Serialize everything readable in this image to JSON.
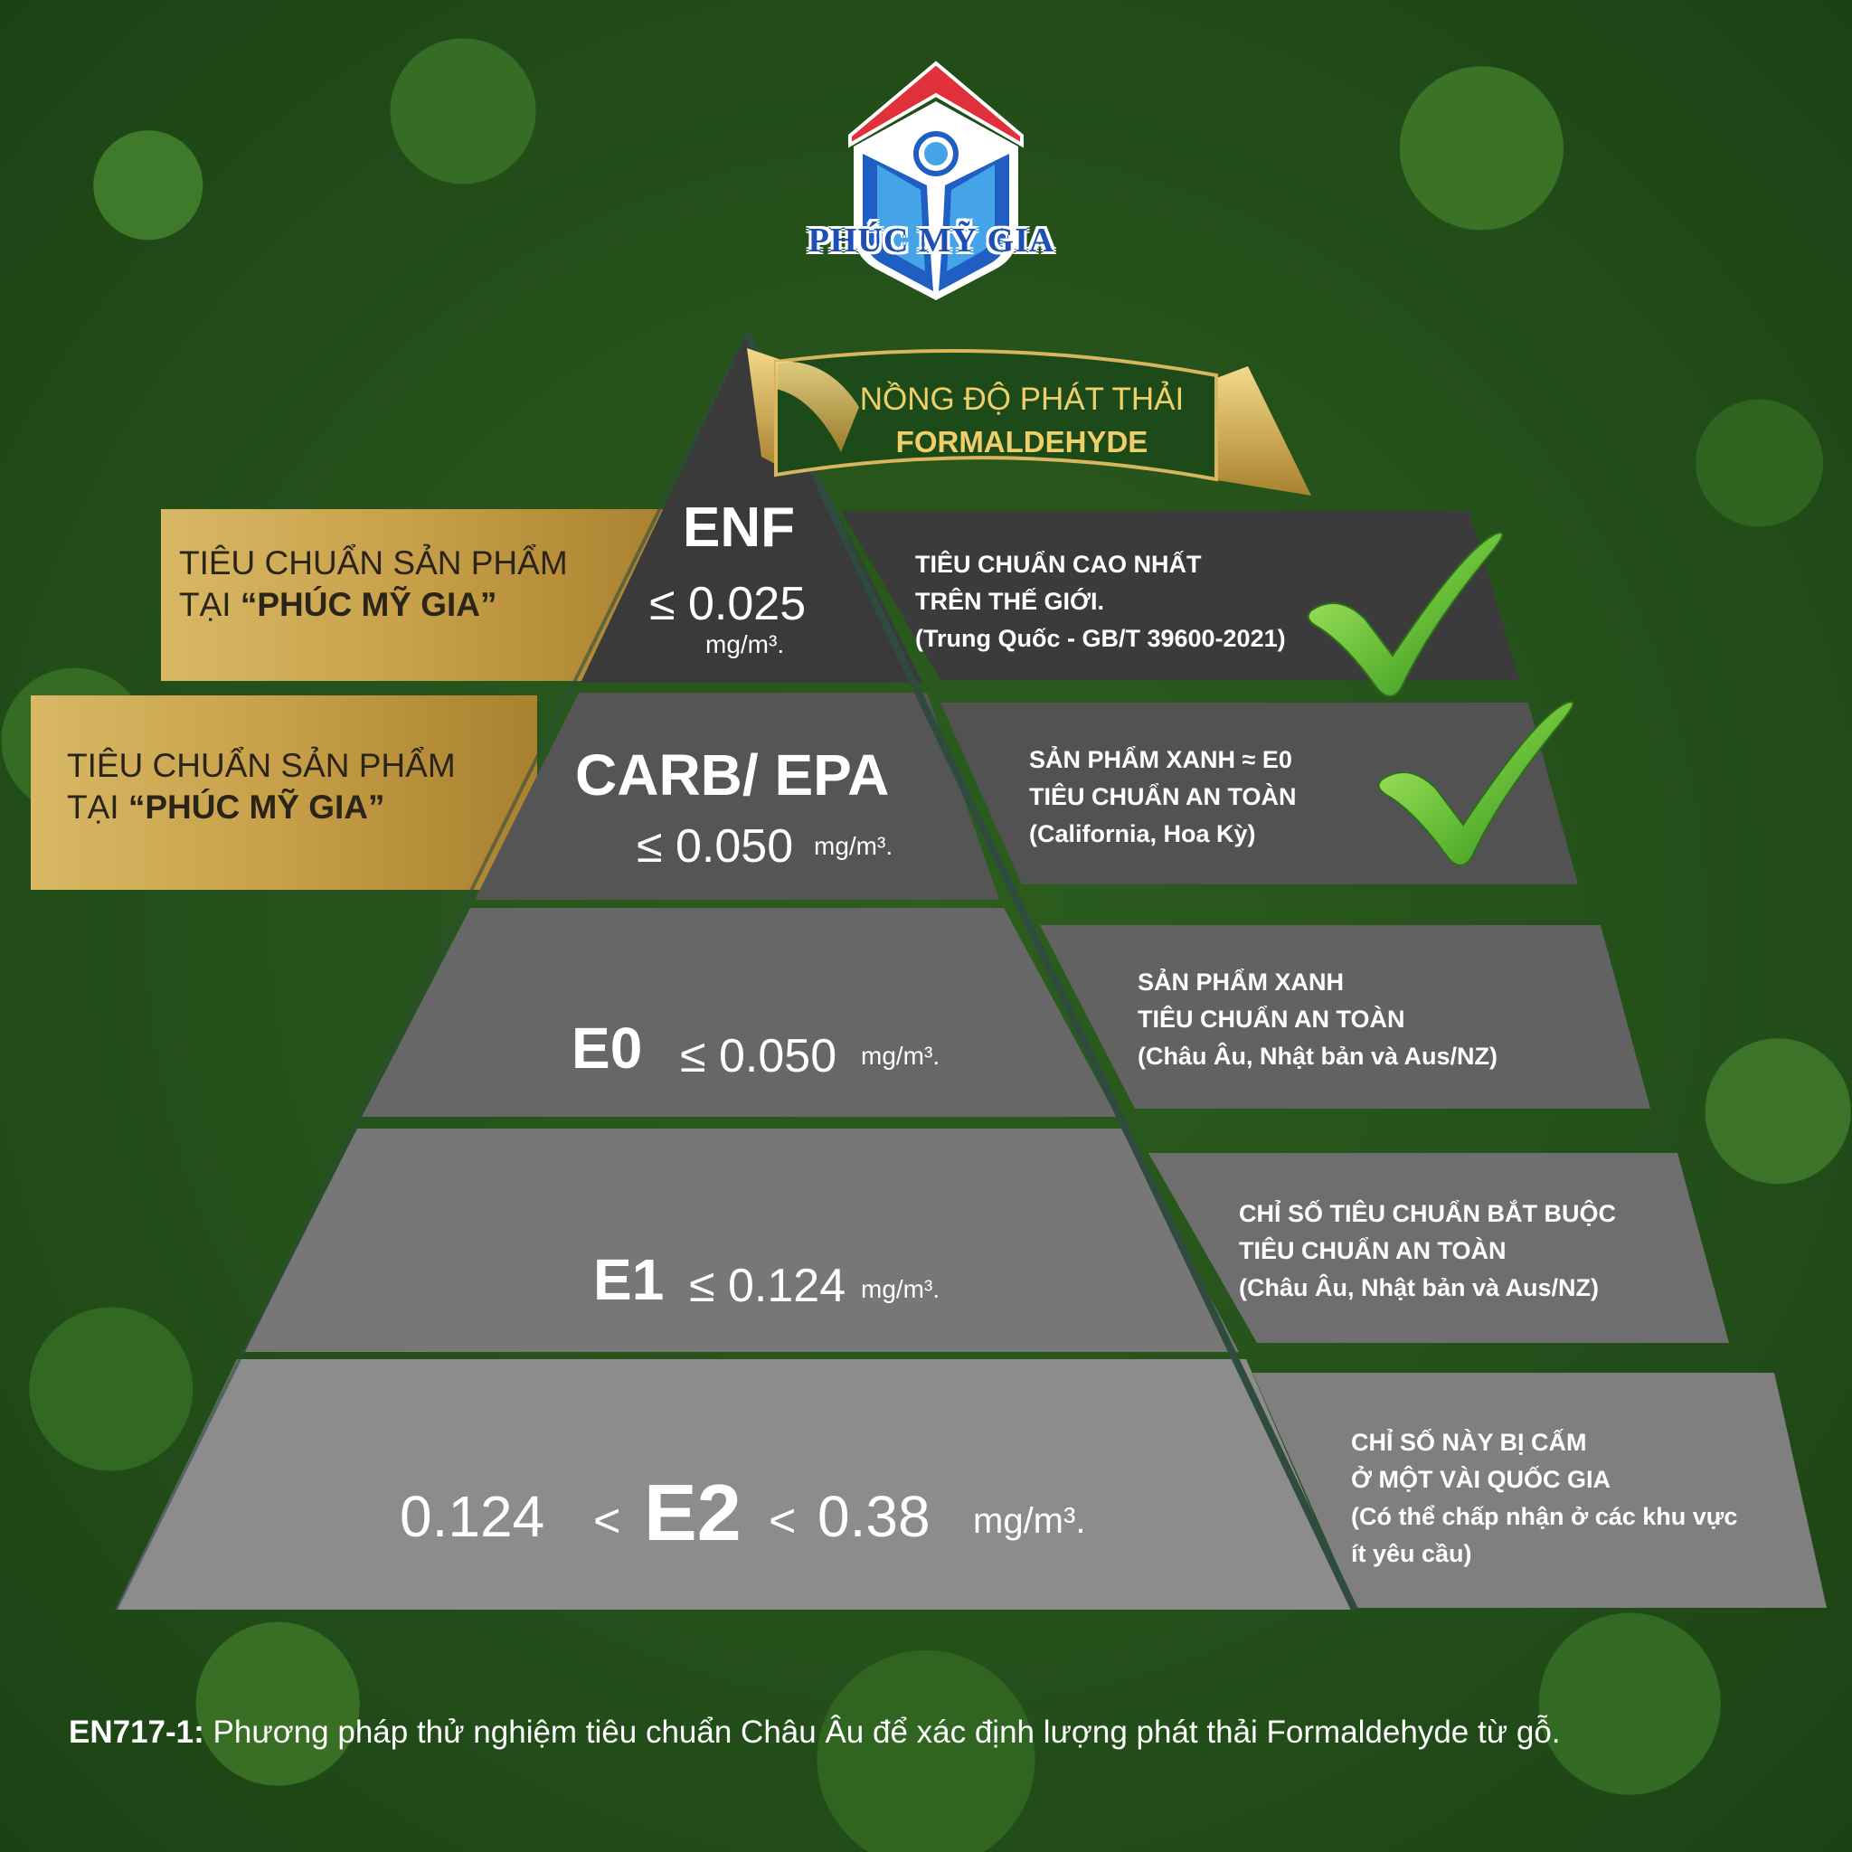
{
  "brand": {
    "name": "PHÚC MỸ GIA",
    "colors": {
      "red": "#e0313a",
      "blue": "#1f5fc4",
      "light_blue": "#45a4e8"
    }
  },
  "ribbon": {
    "line1": "NỒNG ĐỘ PHÁT THẢI",
    "line2": "FORMALDEHYDE"
  },
  "gold_labels": [
    {
      "line1": "TIÊU CHUẨN SẢN PHẨM",
      "line2_prefix": "TẠI ",
      "line2_bold": "“PHÚC MỸ GIA”"
    },
    {
      "line1": "TIÊU CHUẨN SẢN PHẨM",
      "line2_prefix": "TẠI ",
      "line2_bold": "“PHÚC MỸ GIA”"
    }
  ],
  "levels": [
    {
      "name": "ENF",
      "value": "≤ 0.025",
      "unit": "mg/m³.",
      "desc": [
        "TIÊU CHUẨN CAO NHẤT",
        "TRÊN THẾ GIỚI.",
        "(Trung Quốc - GB/T 39600-2021)"
      ],
      "checked": true
    },
    {
      "name": "CARB/ EPA",
      "value": "≤ 0.050",
      "unit": "mg/m³.",
      "desc": [
        "SẢN PHẨM XANH ≈ E0",
        "TIÊU CHUẨN AN TOÀN",
        "(California, Hoa Kỳ)"
      ],
      "checked": true
    },
    {
      "name": "E0",
      "value": "≤ 0.050",
      "unit": "mg/m³.",
      "desc": [
        "SẢN PHẨM XANH",
        "TIÊU CHUẨN AN TOÀN",
        "(Châu Âu, Nhật bản và Aus/NZ)"
      ],
      "checked": false
    },
    {
      "name": "E1",
      "value": "≤ 0.124",
      "unit": "mg/m³.",
      "desc": [
        "CHỈ SỐ TIÊU CHUẨN BẮT BUỘC",
        "TIÊU CHUẨN AN TOÀN",
        "(Châu Âu, Nhật bản và Aus/NZ)"
      ],
      "checked": false
    },
    {
      "name": "E2",
      "value_low": "0.124",
      "lt1": "<",
      "lt2": "<",
      "value_high": "0.38",
      "unit": "mg/m³.",
      "desc": [
        "CHỈ SỐ NÀY BỊ CẤM",
        "Ở MỘT VÀI QUỐC GIA",
        "(Có thể chấp nhận ở các khu vực",
        "ít yêu cầu)"
      ],
      "checked": false
    }
  ],
  "footer": {
    "bold": "EN717-1:",
    "text": " Phương pháp thử nghiệm tiêu chuẩn Châu Âu để xác định lượng phát thải Formaldehyde từ gỗ."
  },
  "icons": [
    "logo-icon",
    "check-icon",
    "check-icon"
  ],
  "colors": {
    "tier1": "#3a3a3a",
    "tier2": "#525252",
    "tier3": "#666666",
    "tier4": "#767676",
    "tier5": "#8a8a8a",
    "gold": "#c9a24a",
    "ribbon_green": "#1e4d1a",
    "check_green": "#6fc43a"
  }
}
